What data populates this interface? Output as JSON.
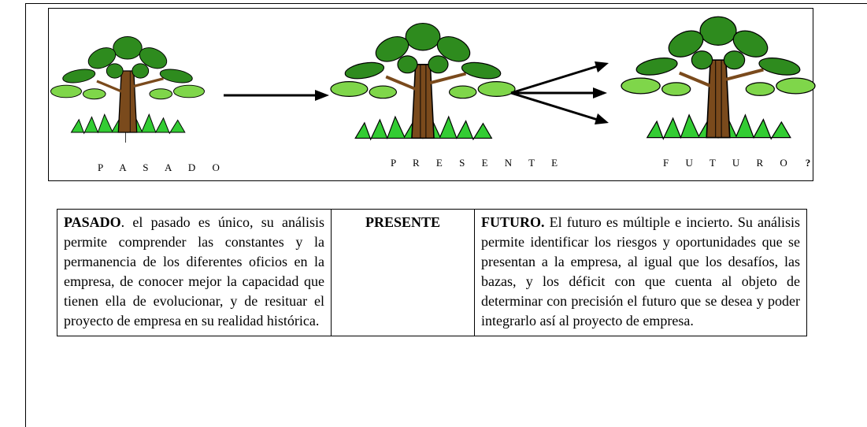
{
  "figure": {
    "stages": [
      {
        "label": "P A S A D O"
      },
      {
        "label": "P R E S E N T E"
      },
      {
        "label": "F U T U R O",
        "suffix": "?"
      }
    ]
  },
  "table": {
    "pasado": {
      "heading": "PASADO",
      "text": ". el pasado es único, su análisis permite comprender las constantes y la permanencia  de los diferentes oficios en la empresa, de conocer mejor la capacidad que tienen ella de evolucionar, y de resituar el proyecto de empresa en su realidad histórica."
    },
    "presente": {
      "heading": "PRESENTE"
    },
    "futuro": {
      "heading": "FUTURO.",
      "text": " El futuro es múltiple e incierto. Su  análisis permite identificar los riesgos y oportunidades que se presentan a la empresa, al igual que los desafíos, las bazas, y los déficit con que cuenta al objeto de determinar con precisión el futuro que se desea y poder integrarlo así al proyecto de empresa."
    }
  },
  "colors": {
    "leaf_green": "#2e8b1e",
    "leaf_light": "#7fd64a",
    "trunk_brown": "#7a4a1c",
    "grass_green": "#33cc33"
  }
}
